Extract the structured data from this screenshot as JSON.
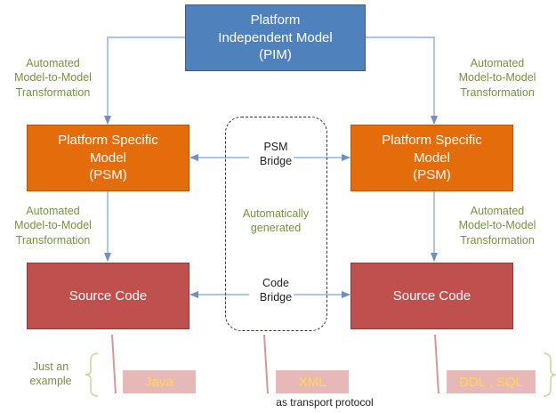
{
  "pim": {
    "line1": "Platform",
    "line2": "Independent Model",
    "line3": "(PIM)"
  },
  "psm_left": {
    "line1": "Platform Specific",
    "line2": "Model",
    "line3": "(PSM)"
  },
  "psm_right": {
    "line1": "Platform Specific",
    "line2": "Model",
    "line3": "(PSM)"
  },
  "source_left": {
    "label": "Source Code"
  },
  "source_right": {
    "label": "Source Code"
  },
  "transforms": {
    "line1": "Automated",
    "line2": "Model-to-Model",
    "line3": "Transformation"
  },
  "bridge": {
    "psm_line1": "PSM",
    "psm_line2": "Bridge",
    "auto_line1": "Automatically",
    "auto_line2": "generated",
    "code_line1": "Code",
    "code_line2": "Bridge"
  },
  "example": {
    "line1": "Just an",
    "line2": "example"
  },
  "languages": {
    "left": "Java",
    "middle": "XML",
    "right": "DDL , SQL"
  },
  "transport_note": "as transport protocol",
  "colors": {
    "pim": "#4f81bd",
    "psm": "#e46c0a",
    "source": "#c0504d",
    "language_fill": "#e6b9b8",
    "language_text": "#ffd84d",
    "annotation_text": "#76923c",
    "arrow": "#8eb4e3"
  }
}
